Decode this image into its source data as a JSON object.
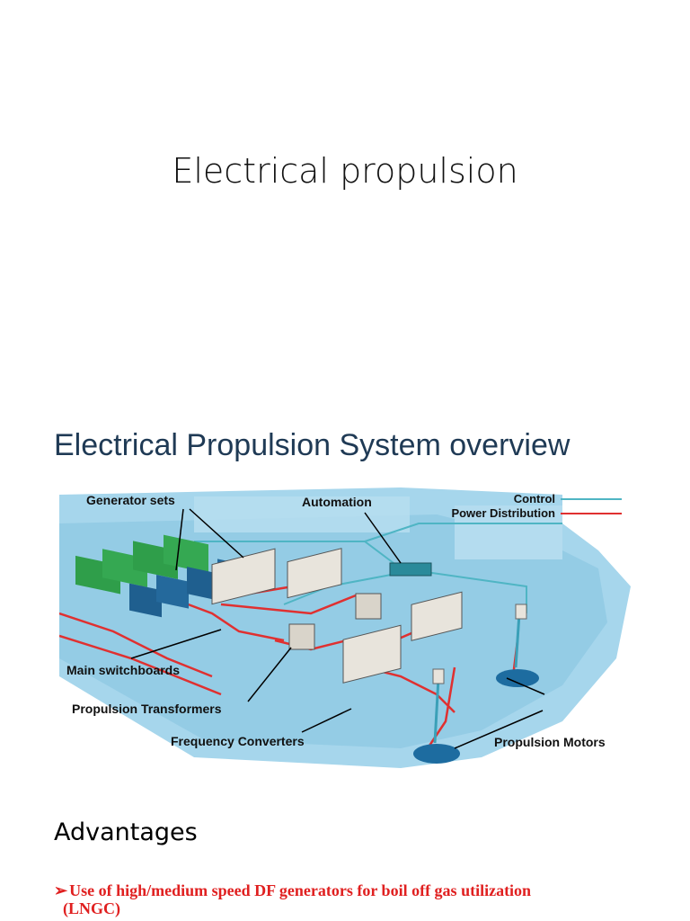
{
  "slide1": {
    "title": "Electrical propulsion"
  },
  "slide2": {
    "title": "Electrical Propulsion System overview",
    "diagram": {
      "labels": {
        "generator_sets": "Generator sets",
        "automation": "Automation",
        "main_switchboards": "Main switchboards",
        "propulsion_transformers": "Propulsion Transformers",
        "frequency_converters": "Frequency Converters",
        "propulsion_motors": "Propulsion Motors"
      },
      "legend": {
        "control": "Control",
        "power_distribution": "Power Distribution",
        "control_color": "#4fb5c4",
        "power_color": "#e03030"
      },
      "colors": {
        "hull": "#9fd3ea",
        "generator_green": "#2f9e4a",
        "generator_blue": "#1f5f8f",
        "cabinet": "#e8e4dc"
      }
    },
    "advantages_title": "Advantages",
    "bullets": [
      {
        "marker": "➢",
        "line1": "Use of high/medium speed DF generators for boil off gas utilization",
        "line2": "(LNGC)"
      }
    ]
  }
}
